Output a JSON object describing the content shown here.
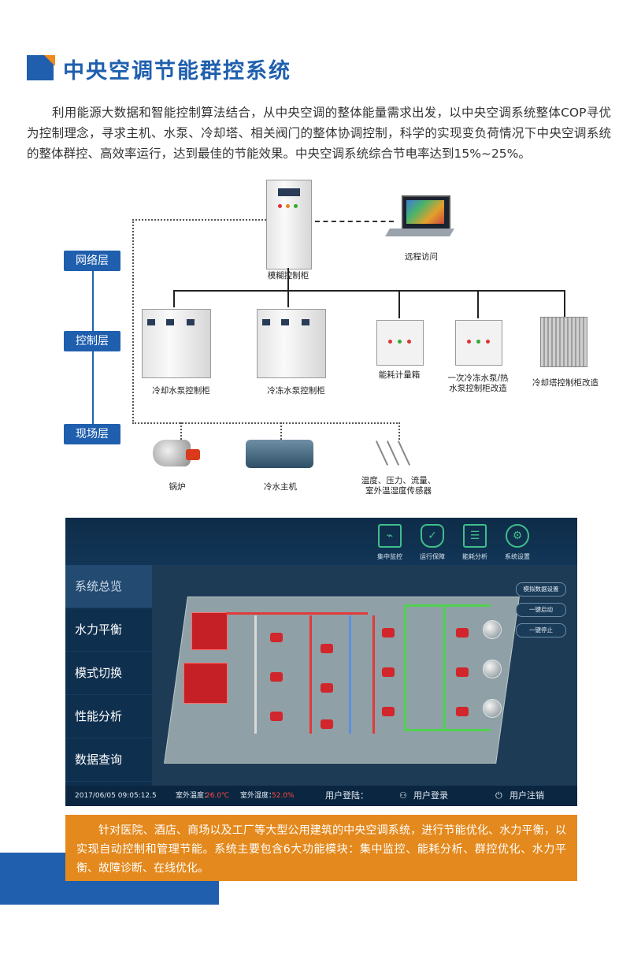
{
  "page": {
    "title": "中央空调节能群控系统",
    "intro": "利用能源大数据和智能控制算法结合，从中央空调的整体能量需求出发，以中央空调系统整体COP寻优为控制理念，寻求主机、水泵、冷却塔、相关阀门的整体协调控制，科学的实现变负荷情况下中央空调系统的整体群控、高效率运行，达到最佳的节能效果。中央空调系统综合节电率达到15%~25%。"
  },
  "diagram": {
    "layers": [
      "网络层",
      "控制层",
      "现场层"
    ],
    "top_cabinet": "模糊控制柜",
    "remote": "远程访问",
    "control_devices": [
      "冷却水泵控制柜",
      "冷冻水泵控制柜",
      "能耗计量箱",
      "一次冷冻水泵/热",
      "水泵控制柜改造",
      "冷却塔控制柜改造"
    ],
    "field_devices": [
      "锅炉",
      "冷水主机",
      "温度、压力、流量、",
      "室外温湿度传感器"
    ]
  },
  "ui": {
    "top_icons": [
      {
        "label": "集中监控",
        "icon": "monitor-icon"
      },
      {
        "label": "运行保障",
        "icon": "shield-icon"
      },
      {
        "label": "能耗分析",
        "icon": "analysis-icon"
      },
      {
        "label": "系统设置",
        "icon": "gear-icon"
      }
    ],
    "sidebar": [
      "系统总览",
      "水力平衡",
      "模式切换",
      "性能分析",
      "数据查询"
    ],
    "buttons": [
      "模拟数据设置",
      "一键启动",
      "一键停止"
    ],
    "status": {
      "datetime": "2017/06/05 09:05:12.5",
      "outdoor_temp_label": "室外温度：",
      "outdoor_temp_value": "26.0℃",
      "outdoor_humidity_label": "室外湿度：",
      "outdoor_humidity_value": "52.0%",
      "user_login_label": "用户登陆：",
      "login": "用户登录",
      "logout": "用户注销"
    }
  },
  "summary": "针对医院、酒店、商场以及工厂等大型公用建筑的中央空调系统，进行节能优化、水力平衡，以实现自动控制和管理节能。系统主要包含6大功能模块：集中监控、能耗分析、群控优化、水力平衡、故障诊断、在线优化。",
  "colors": {
    "brand_blue": "#1f5fae",
    "accent_orange": "#e4891d",
    "ui_bg": "#0d2a45"
  }
}
